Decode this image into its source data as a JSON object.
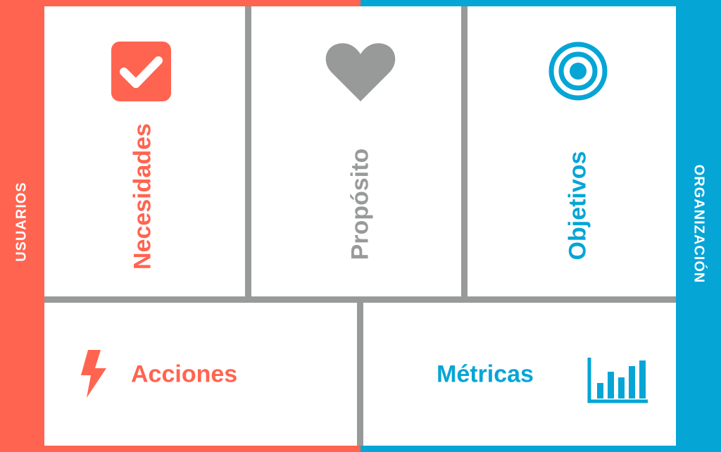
{
  "colors": {
    "users": "#ff6450",
    "organization": "#05a5d6",
    "neutral": "#989a99"
  },
  "side": {
    "left_label": "USUARIOS",
    "right_label": "ORGANIZACIÓN"
  },
  "cells": {
    "necesidades": {
      "label": "Necesidades",
      "icon": "checkbox-check-icon"
    },
    "proposito": {
      "label": "Propósito",
      "icon": "heart-icon"
    },
    "objetivos": {
      "label": "Objetivos",
      "icon": "target-icon"
    },
    "acciones": {
      "label": "Acciones",
      "icon": "lightning-bolt-icon"
    },
    "metricas": {
      "label": "Métricas",
      "icon": "bar-chart-icon"
    }
  }
}
